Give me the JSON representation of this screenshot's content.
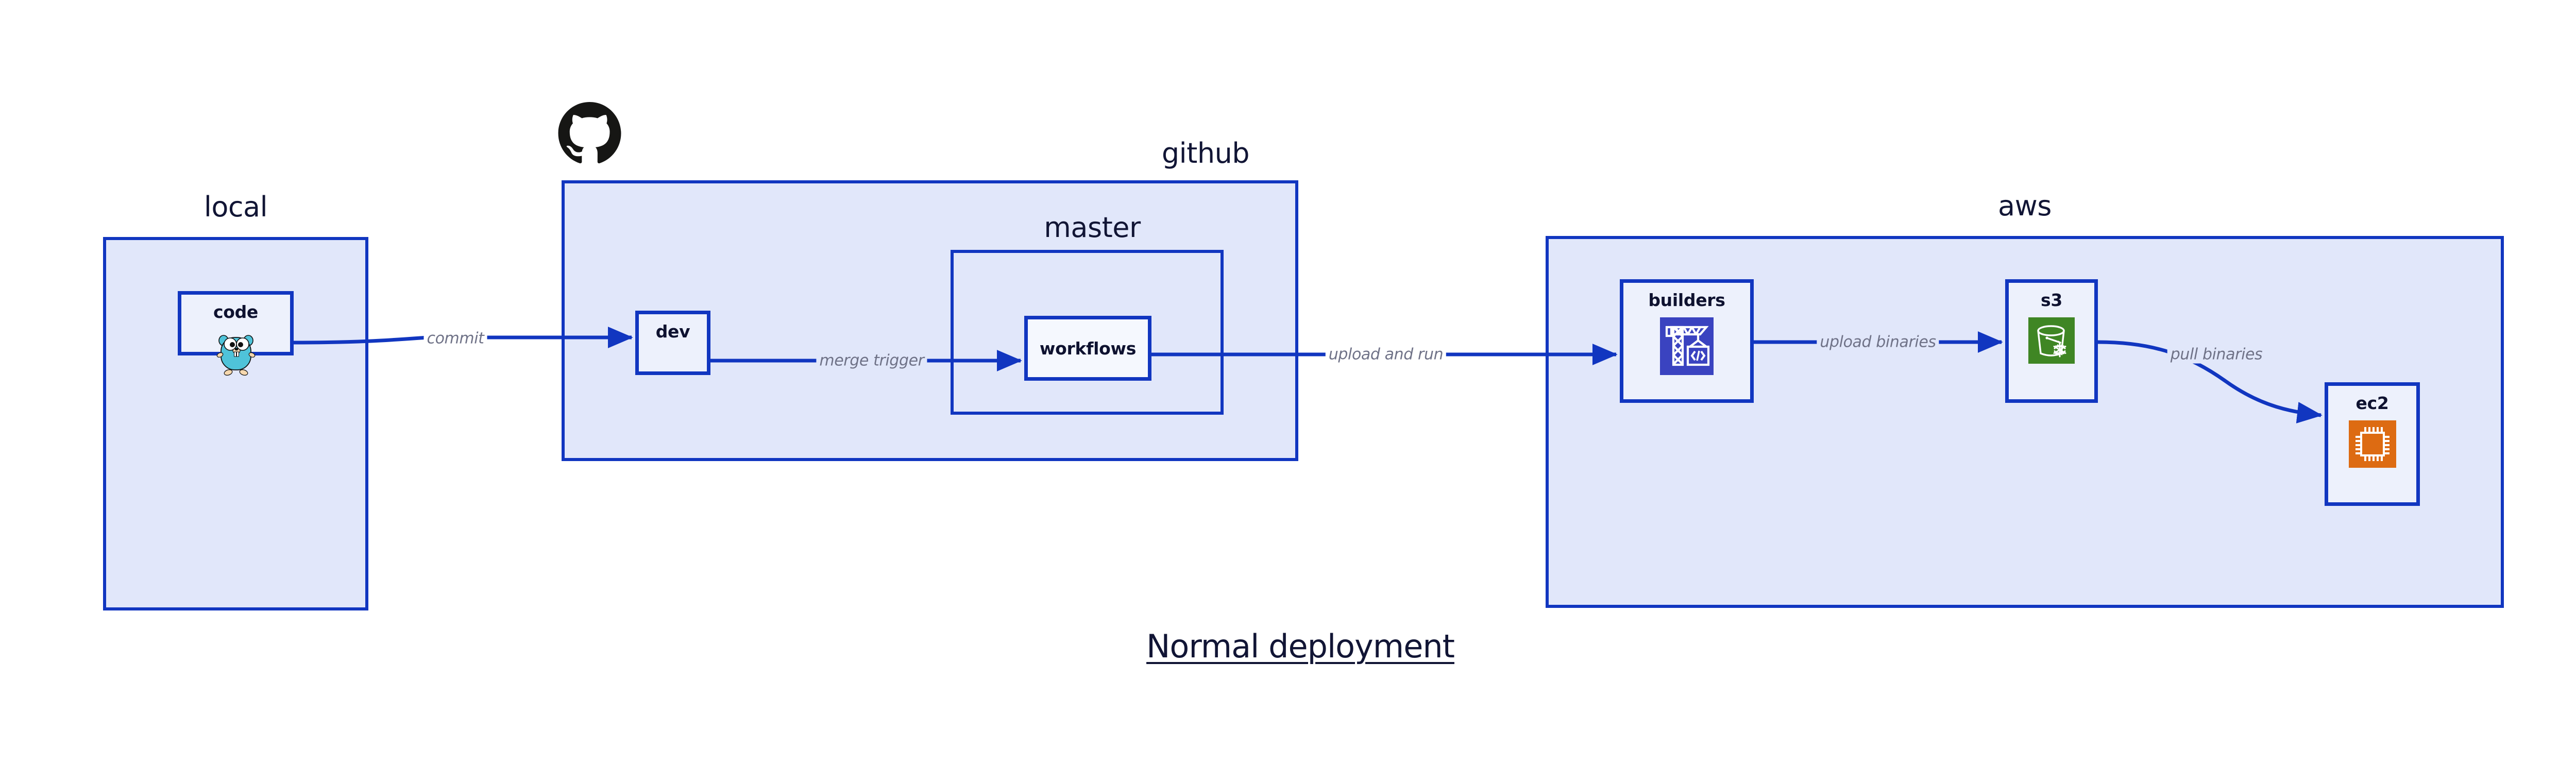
{
  "diagram": {
    "title": "Normal deployment",
    "background_color": "#ffffff",
    "accent_color": "#1136C0",
    "group_fill": "#E1E7FA",
    "node_fill": "#EDF1FC",
    "edge_label_color": "#6F7287",
    "text_color": "#111535"
  },
  "groups": [
    {
      "id": "local",
      "label": "local"
    },
    {
      "id": "github",
      "label": "github"
    },
    {
      "id": "master",
      "label": "master"
    },
    {
      "id": "aws",
      "label": "aws"
    }
  ],
  "nodes": [
    {
      "id": "code",
      "label": "code",
      "icon": "go-gopher-icon"
    },
    {
      "id": "dev",
      "label": "dev",
      "icon": "none"
    },
    {
      "id": "workflows",
      "label": "workflows",
      "icon": "none"
    },
    {
      "id": "builders",
      "label": "builders",
      "icon": "aws-builders-crane-icon",
      "icon_color": "#3A43C0"
    },
    {
      "id": "s3",
      "label": "s3",
      "icon": "aws-s3-bucket-icon",
      "icon_color": "#3F8624"
    },
    {
      "id": "ec2",
      "label": "ec2",
      "icon": "aws-ec2-chip-icon",
      "icon_color": "#DD6B12"
    }
  ],
  "edges": [
    {
      "id": "commit",
      "label": "commit",
      "from": "code",
      "to": "dev"
    },
    {
      "id": "merge-trigger",
      "label": "merge trigger",
      "from": "dev",
      "to": "workflows"
    },
    {
      "id": "upload-and-run",
      "label": "upload and run",
      "from": "workflows",
      "to": "builders"
    },
    {
      "id": "upload-binaries",
      "label": "upload binaries",
      "from": "builders",
      "to": "s3"
    },
    {
      "id": "pull-binaries",
      "label": "pull binaries",
      "from": "s3",
      "to": "ec2"
    }
  ],
  "logos": [
    {
      "id": "github-logo",
      "name": "github-octocat-logo",
      "color": "#161614"
    }
  ]
}
